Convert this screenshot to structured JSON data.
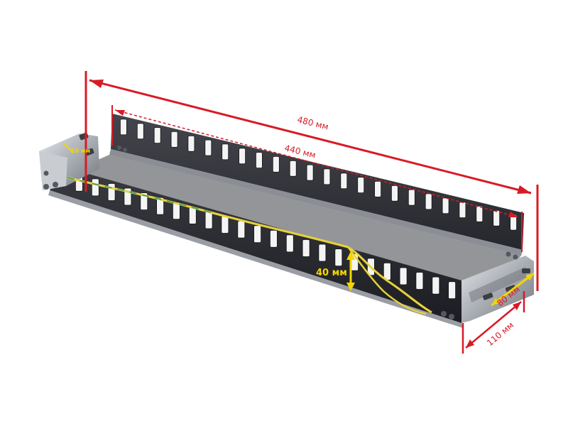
{
  "dimensions": {
    "overall_length": "480 мм",
    "inner_length": "440 мм",
    "height": "40 мм",
    "depth": "110 мм",
    "bracket_depth": "80 мм",
    "bracket_slot": "10 мм"
  },
  "colors": {
    "dimension_red": "#d81b24",
    "dimension_yellow": "#f2d600",
    "metal_dark": "#2a2b30",
    "metal_light": "#bfc3c9"
  }
}
